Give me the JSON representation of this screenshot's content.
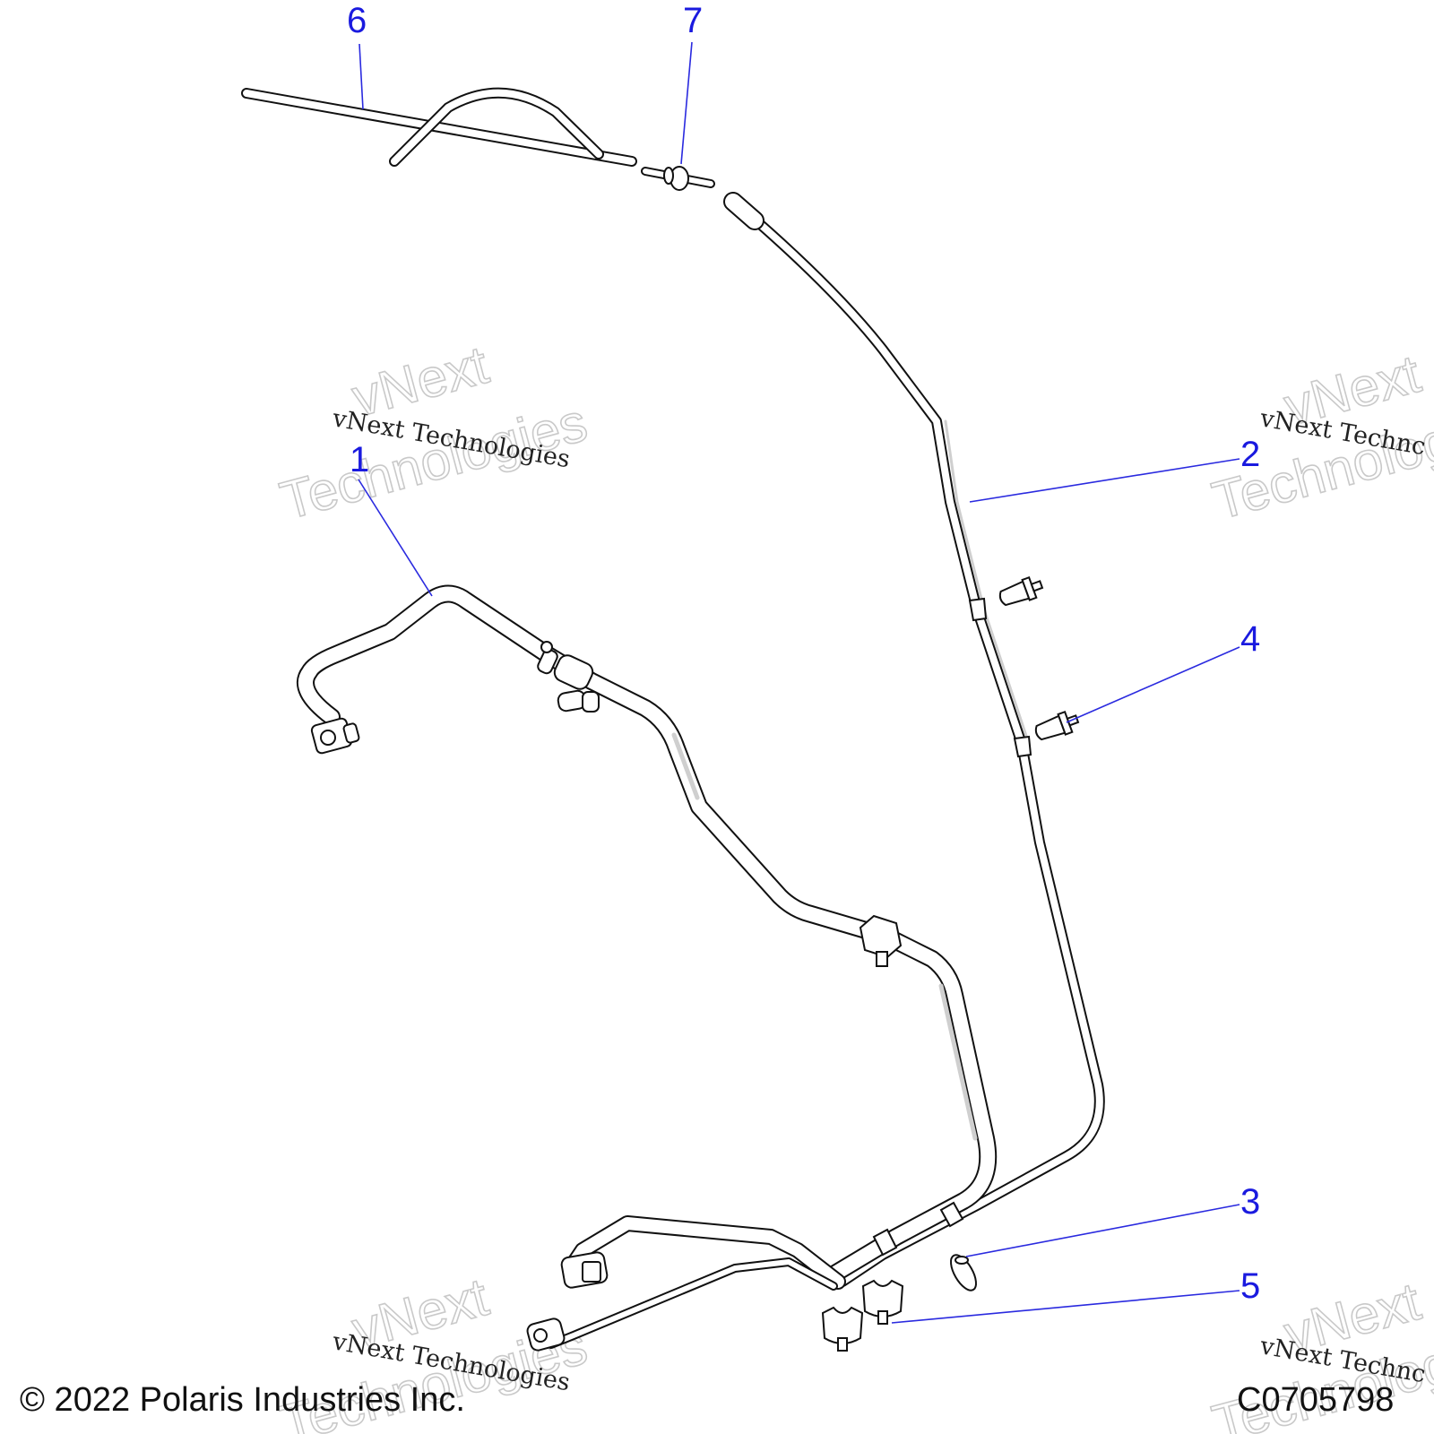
{
  "callouts": {
    "c1": "1",
    "c2": "2",
    "c3": "3",
    "c4": "4",
    "c5": "5",
    "c6": "6",
    "c7": "7"
  },
  "watermark": {
    "line1": "vNext",
    "line2": "Technologies",
    "small": "vNext Technologies",
    "small_cut": "vNext Technc"
  },
  "footer": {
    "copyright": "© 2022 Polaris Industries Inc.",
    "code": "C0705798"
  },
  "colors": {
    "callout": "#1a1adf",
    "line": "#111111",
    "watermark": "#c9c9c9"
  }
}
